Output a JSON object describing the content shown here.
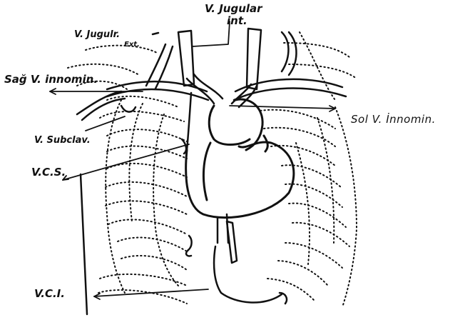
{
  "labels": {
    "v_jugular_int_line1": "V. Jugular",
    "v_jugular_int_line2": "int.",
    "v_jugulr_ext_line1": "V. Jugulr.",
    "v_jugulr_ext_line2": "Ext.",
    "sag_v_innomin": "Sağ V. innomin.",
    "sol_v_innomin": "Sol V. İnnomin.",
    "v_subclav": "V. Subclav.",
    "vcs": "V.C.S.",
    "vci": "V.C.I."
  },
  "colors": {
    "ink": "#111111",
    "paper": "#ffffff"
  }
}
